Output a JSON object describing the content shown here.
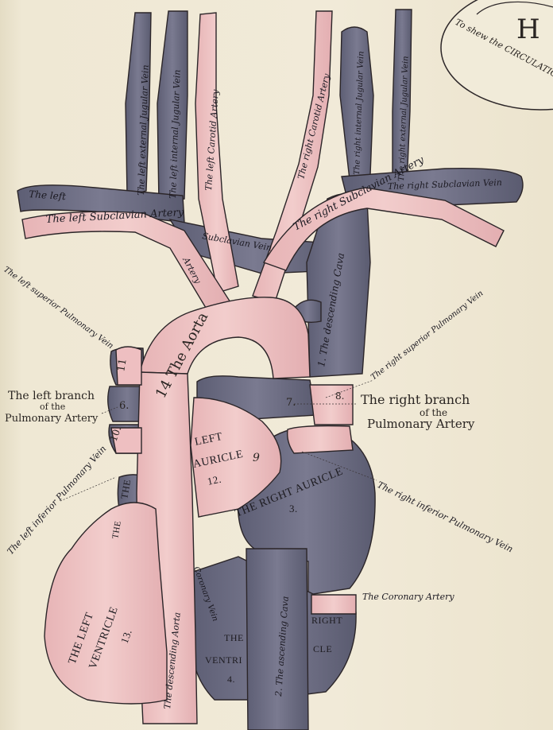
{
  "plate": {
    "title_letter": "H",
    "caption": "To shew the CIRCULATION,"
  },
  "colors": {
    "paper": "#efe8d4",
    "artery": "#eec4c4",
    "vein": "#6f6f85",
    "outline": "#2b2528"
  },
  "labels": {
    "left_external_jugular": "The left external Jugular Vein",
    "left_internal_jugular": "The left internal Jugular Vein",
    "left_carotid": "The left Carotid Artery",
    "right_carotid": "The right Carotid Artery",
    "right_internal_jugular": "The right internal Jugular Vein",
    "right_external_jugular": "The right external Jugular Vein",
    "left_subclavian_vein": "The left",
    "left_subclavian_artery": "The left Subclavian Artery",
    "right_subclavian_artery": "The right Subclavian Artery",
    "right_subclavian_vein": "The right Subclavian Vein",
    "subclavian_vein_mid": "Subclavian Vein",
    "descending_cava": "1. The descending Cava",
    "left_superior_pulmonary_vein": "The left superior Pulmonary Vein",
    "right_superior_pulmonary_vein": "The right superior Pulmonary Vein",
    "aorta": "14 The Aorta",
    "left_branch_line1": "The left branch",
    "left_branch_line2": "of the",
    "left_branch_line3": "Pulmonary Artery",
    "right_branch_line1": "The right branch",
    "right_branch_line2": "of the",
    "right_branch_line3": "Pulmonary Artery",
    "num_11": "11",
    "num_6": "6.",
    "num_10": "10.",
    "num_7": "7.",
    "num_8": "8.",
    "left_auricle_line1": "LEFT",
    "left_auricle_line2": "AURICLE",
    "left_auricle_num": "12.",
    "num_9": "9",
    "right_auricle": "THE RIGHT AURICLE",
    "right_auricle_num": "3.",
    "left_inferior_pulmonary_vein": "The left inferior Pulmonary Vein",
    "right_inferior_pulmonary_vein": "The right inferior Pulmonary Vein",
    "left_ventricle_line1": "THE LEFT",
    "left_ventricle_line2": "VENTRICLE",
    "left_ventricle_num": "13.",
    "descending_aorta": "The descending Aorta",
    "ascending_cava": "2. The ascending Cava",
    "coronary_artery": "The Coronary Artery",
    "coronary_vein": "Coronary Vein",
    "the_frag": "THE",
    "right_frag": "RIGHT",
    "cle_frag": "CLE",
    "the_frag2": "THE",
    "ventri_frag": "VENTRI",
    "num_4": "4.",
    "artery_frag": "Artery",
    "the_frag3": "THE"
  }
}
